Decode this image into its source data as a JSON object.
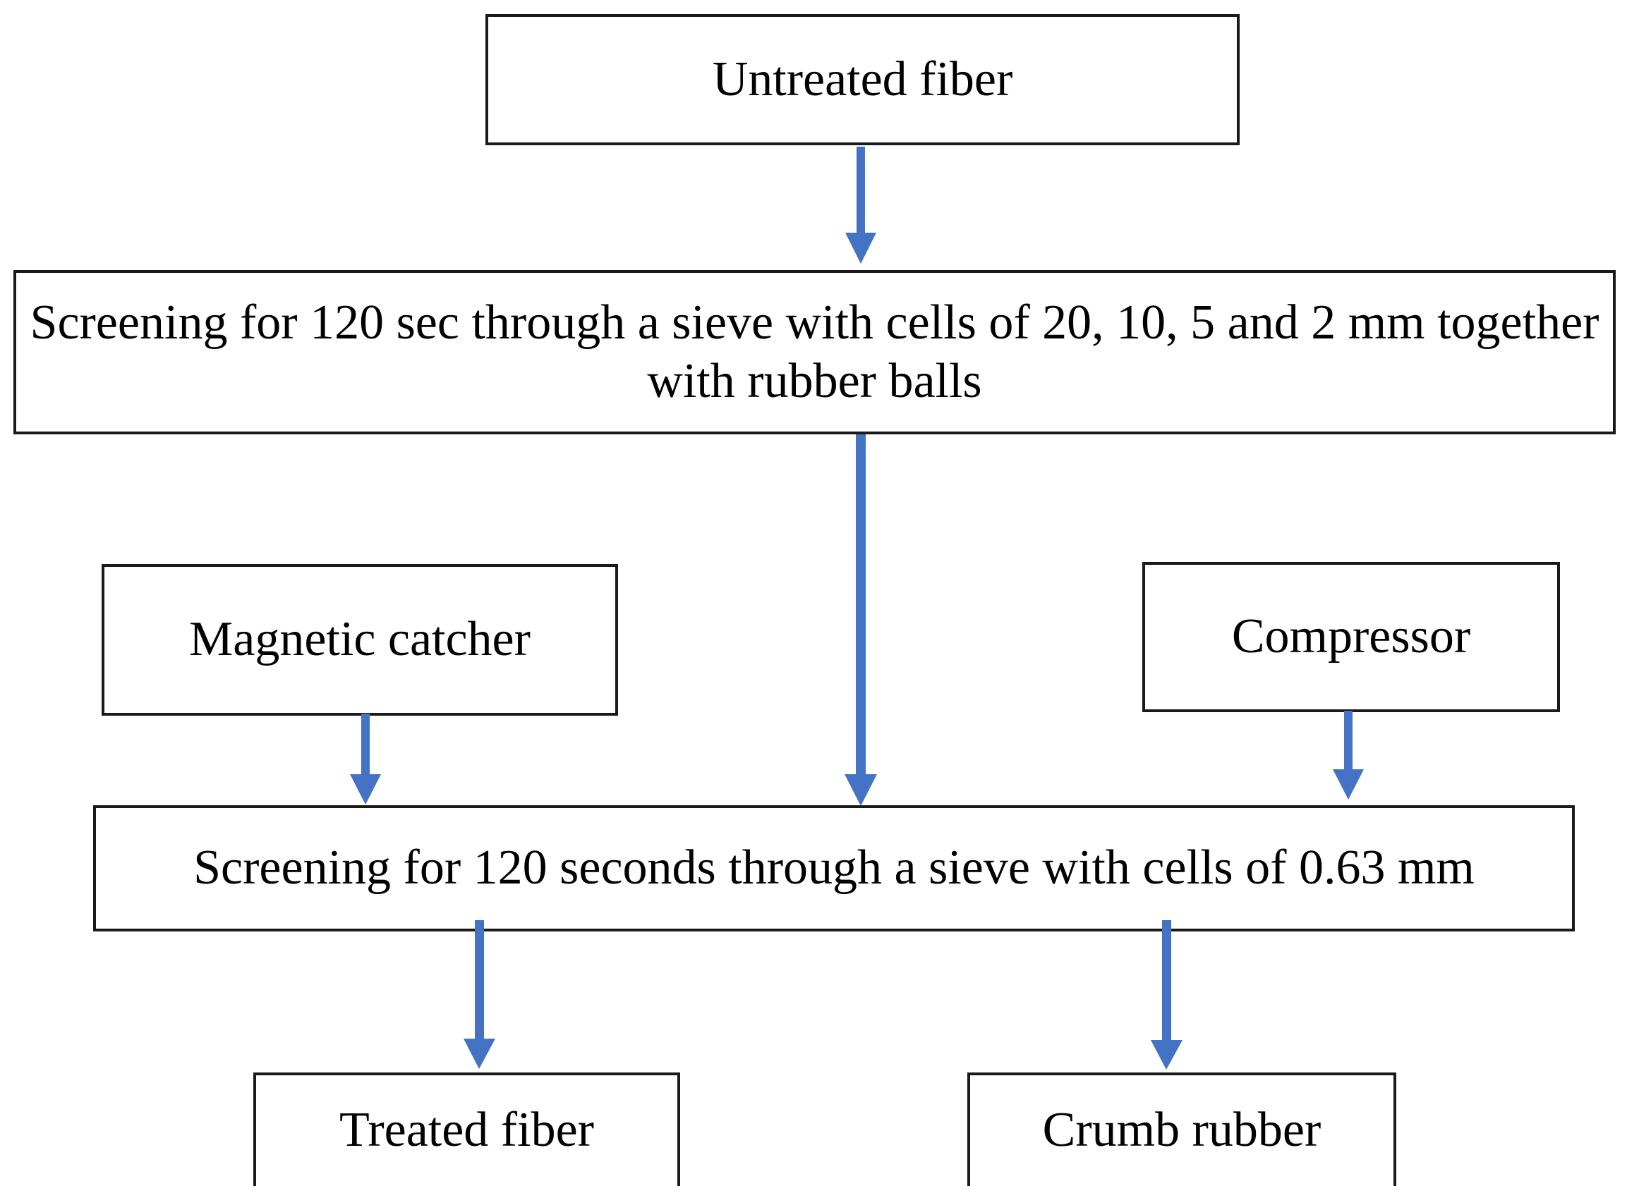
{
  "diagram": {
    "title": "Fiber and crumb rubber processing flowchart",
    "accent_color": "#4472C4",
    "box_border_color": "#1a1a1a",
    "background_color": "#ffffff",
    "nodes": [
      {
        "id": "untreated-fiber",
        "label": "Untreated fiber"
      },
      {
        "id": "screening-coarse",
        "label": "Screening for 120 sec through a sieve with cells of 20, 10, 5 and 2 mm together with rubber balls"
      },
      {
        "id": "magnetic-catcher",
        "label": "Magnetic catcher"
      },
      {
        "id": "compressor",
        "label": "Compressor"
      },
      {
        "id": "screening-fine",
        "label": "Screening for 120 seconds through a sieve with cells of 0.63 mm"
      },
      {
        "id": "treated-fiber",
        "label": "Treated fiber"
      },
      {
        "id": "crumb-rubber",
        "label": "Crumb rubber"
      }
    ],
    "edges": [
      {
        "id": "untreated-to-coarse",
        "from": "untreated-fiber",
        "to": "screening-coarse",
        "direction": "down"
      },
      {
        "id": "coarse-to-fine",
        "from": "screening-coarse",
        "to": "screening-fine",
        "direction": "down"
      },
      {
        "id": "magnetic-to-fine",
        "from": "magnetic-catcher",
        "to": "screening-fine",
        "direction": "down"
      },
      {
        "id": "compressor-to-fine",
        "from": "compressor",
        "to": "screening-fine",
        "direction": "down"
      },
      {
        "id": "fine-to-treated",
        "from": "screening-fine",
        "to": "treated-fiber",
        "direction": "down"
      },
      {
        "id": "fine-to-crumb",
        "from": "screening-fine",
        "to": "crumb-rubber",
        "direction": "down"
      }
    ]
  }
}
